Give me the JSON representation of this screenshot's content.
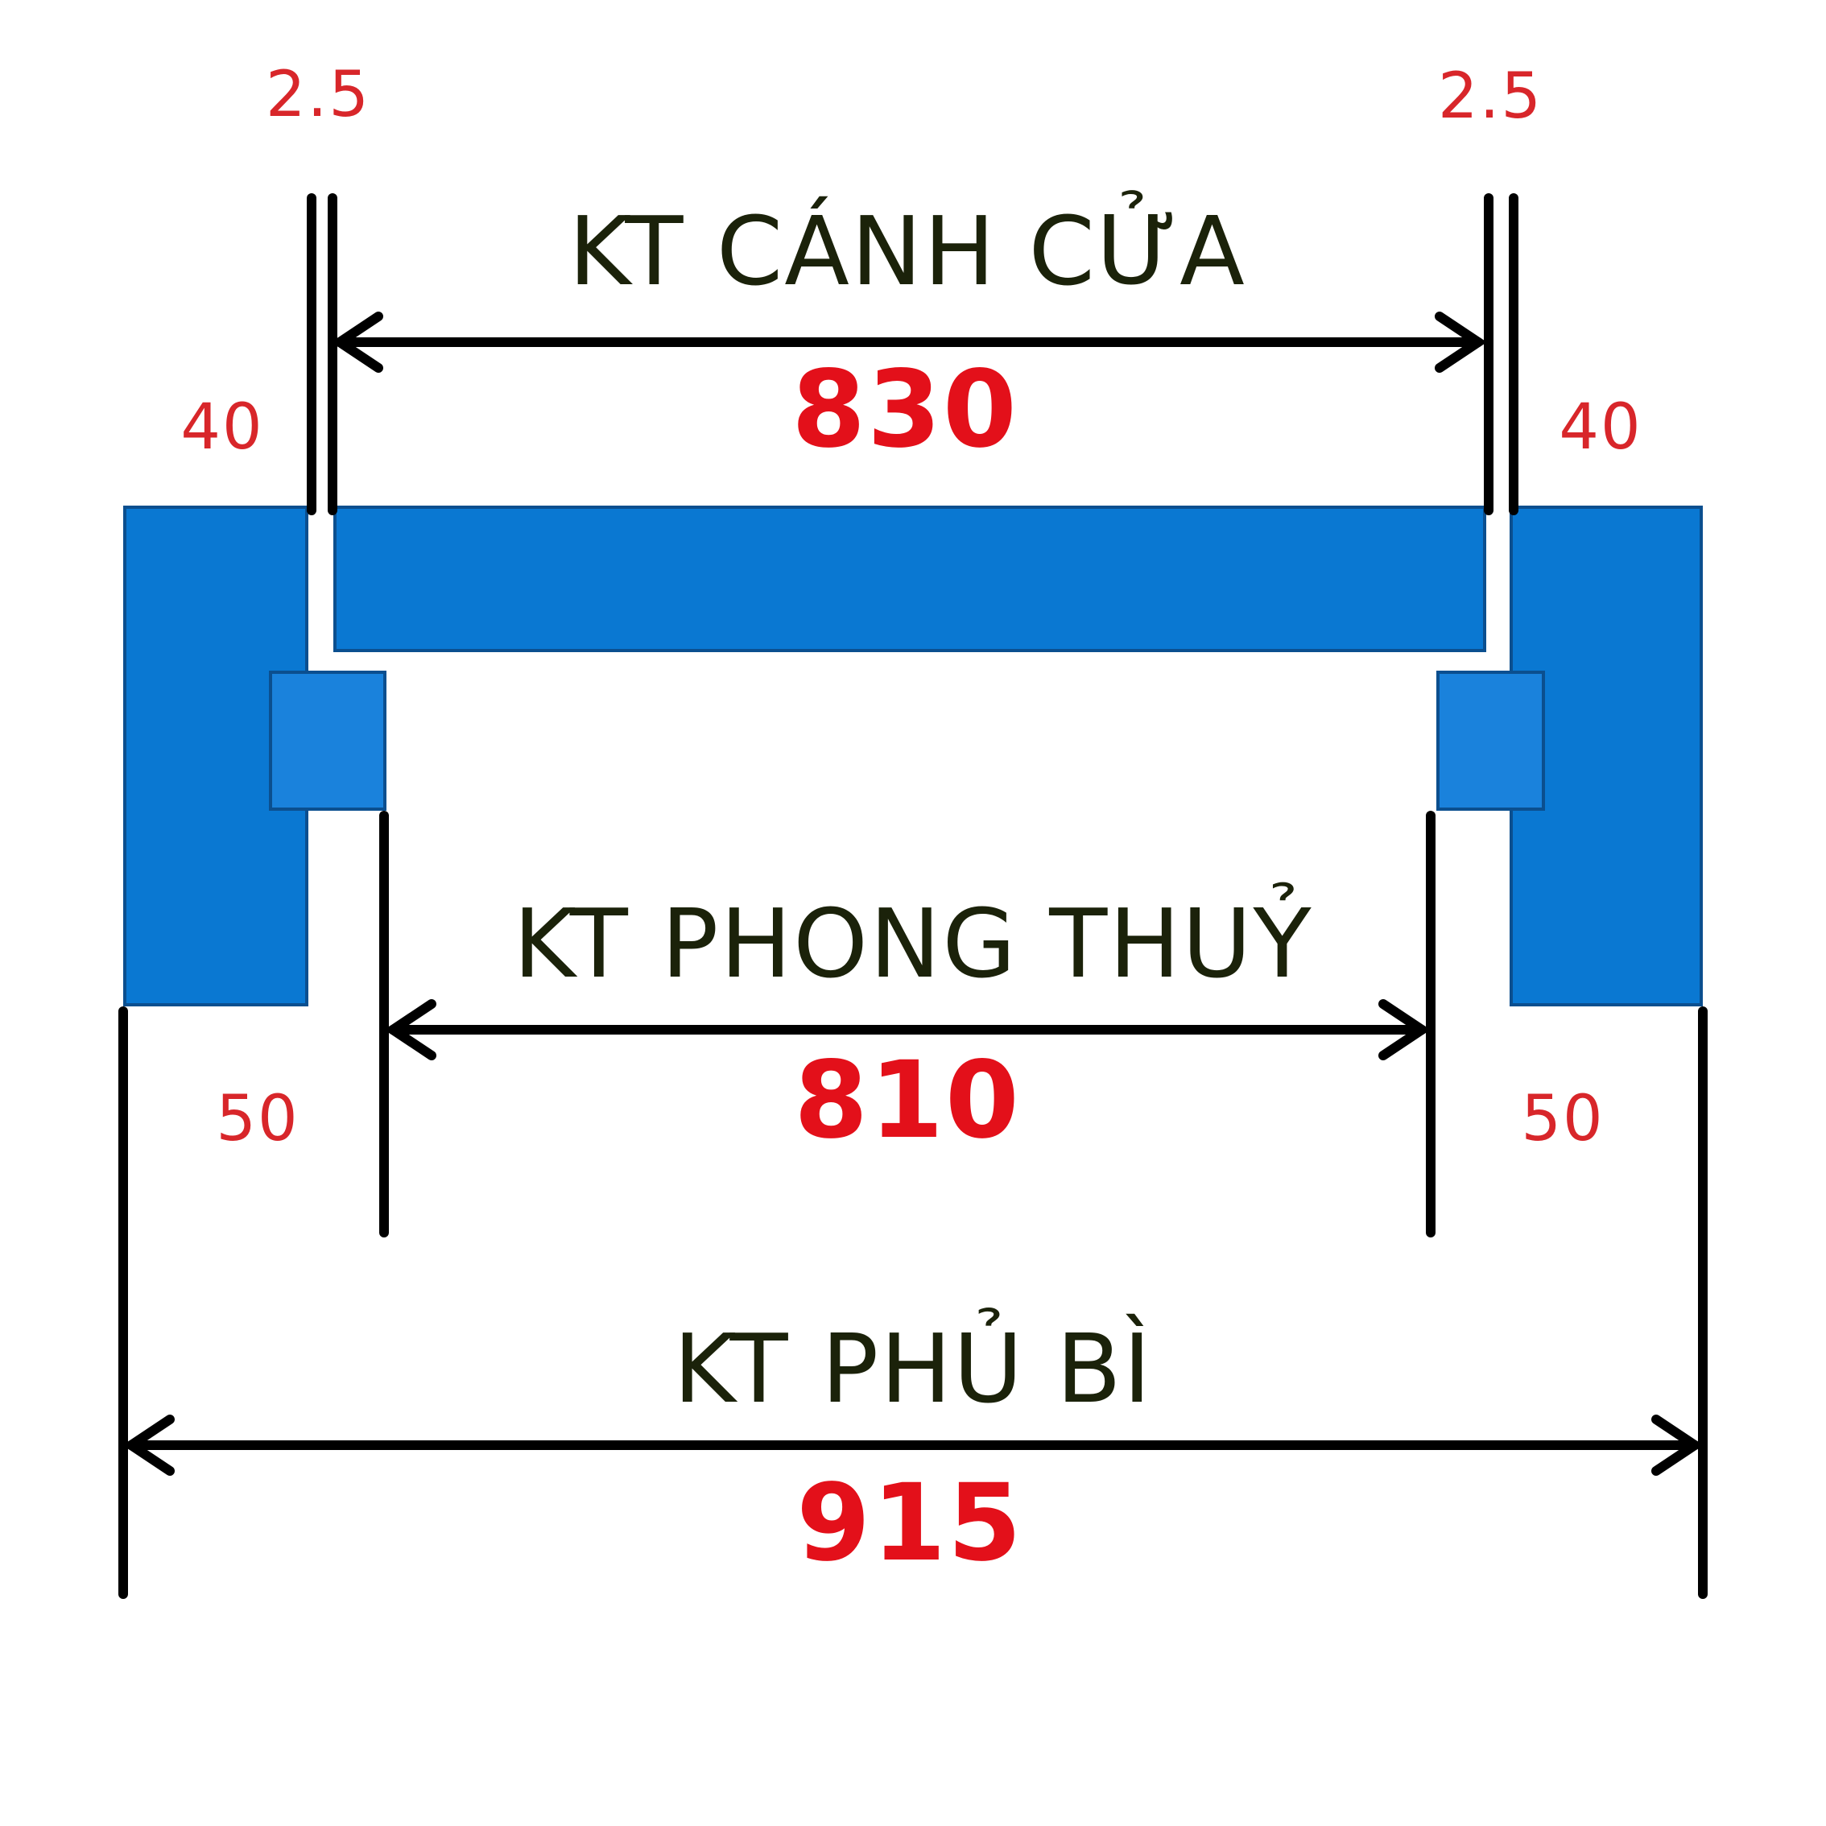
{
  "diagram": {
    "type": "door-frame-dimension-diagram",
    "colors": {
      "frame": "#0a78d2",
      "outline": "#0b4f8f",
      "dimension_value": "#e3101a",
      "title_text": "#1b220a",
      "line": "#000000"
    },
    "top": {
      "gap_left": "2.5",
      "gap_right": "2.5",
      "title": "KT CÁNH CỬA",
      "value": "830"
    },
    "frame_labels": {
      "top_left": "40",
      "top_right": "40",
      "bottom_left": "50",
      "bottom_right": "50"
    },
    "middle": {
      "title": "KT PHONG THUỶ",
      "value": "810"
    },
    "bottom": {
      "title": "KT PHỦ BÌ",
      "value": "915"
    }
  }
}
